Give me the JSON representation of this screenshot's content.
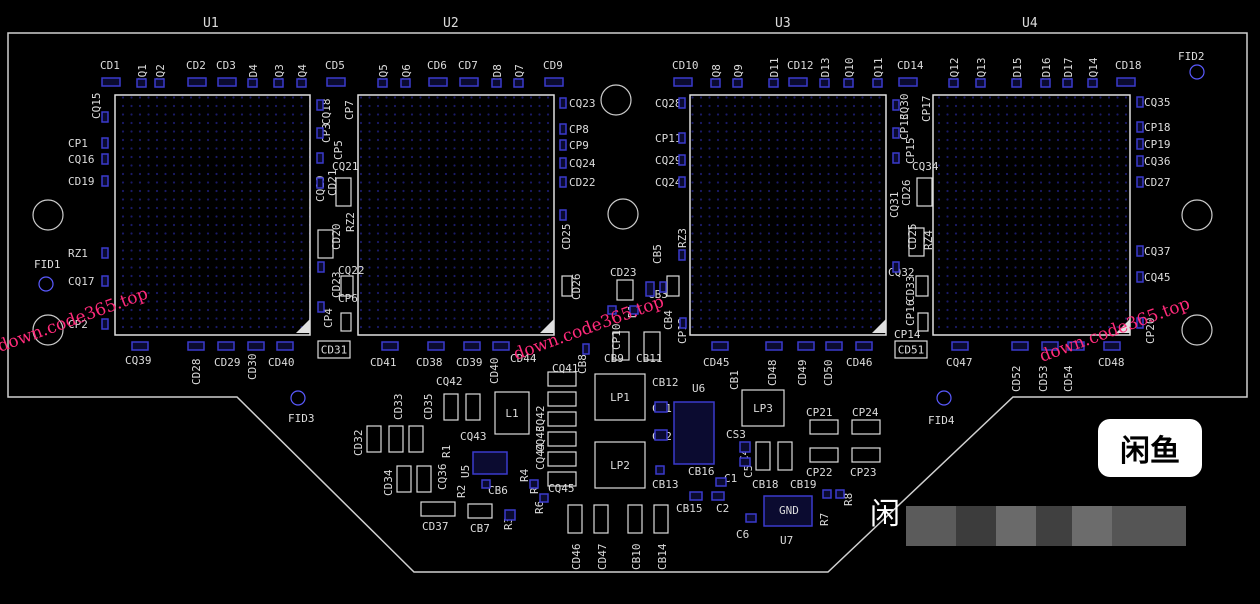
{
  "ics": [
    {
      "id": "U1",
      "label": "U1"
    },
    {
      "id": "U2",
      "label": "U2"
    },
    {
      "id": "U3",
      "label": "U3"
    },
    {
      "id": "U4",
      "label": "U4"
    }
  ],
  "fiducials": [
    "FID1",
    "FID2",
    "FID3",
    "FID4"
  ],
  "top_labels_u1": [
    "CD1",
    "CQ1",
    "CQ2",
    "CD2",
    "CD3",
    "CD4",
    "CQ3",
    "CQ4",
    "CD5"
  ],
  "top_labels_u2": [
    "CQ5",
    "CQ6",
    "CD6",
    "CD7",
    "CD8",
    "CQ7",
    "CD9"
  ],
  "top_labels_u3": [
    "CD10",
    "CQ8",
    "CQ9",
    "CD11",
    "CD12",
    "CD13",
    "CQ10",
    "CQ11",
    "CD14"
  ],
  "top_labels_u4": [
    "CQ12",
    "CQ13",
    "CD15",
    "CD16",
    "CD17",
    "CQ14",
    "CD18"
  ],
  "left_labels_u1": [
    "CQ15",
    "CP1",
    "CQ16",
    "CD19",
    "RZ1",
    "CQ17",
    "CP2"
  ],
  "mid_labels_u1u2": [
    "CQ18",
    "CP3",
    "CP7",
    "CP5",
    "CQ21",
    "CQ19",
    "CD21",
    "CD20",
    "RZ2",
    "CQ22",
    "CD23",
    "CP6",
    "CP4"
  ],
  "right_labels_u2": [
    "CQ23",
    "CP8",
    "CP9",
    "CQ24",
    "CD22",
    "CD25",
    "CD26"
  ],
  "left_labels_u3": [
    "CQ28",
    "CP11",
    "CQ29",
    "CQ24",
    "RZ3",
    "CB5",
    "CB3",
    "CB4",
    "CP12"
  ],
  "mid_labels_u3u4": [
    "CQ30",
    "CP13",
    "CP17",
    "CP15",
    "CQ34",
    "CQ31",
    "CD26",
    "CD25",
    "RZ4",
    "CQ32",
    "CD33",
    "CP16",
    "CP14"
  ],
  "right_labels_u4": [
    "CQ35",
    "CP18",
    "CP19",
    "CQ36",
    "CD27",
    "CQ37",
    "CQ45",
    "CP20"
  ],
  "bottom_labels": [
    "CQ39",
    "CD28",
    "CD29",
    "CD30",
    "CD40",
    "CD31",
    "CD41",
    "CD38",
    "CD39",
    "CD40",
    "CD44",
    "CB9",
    "CB11",
    "CD45",
    "CD48",
    "CD49",
    "CD50",
    "CD46",
    "CD51",
    "CQ47",
    "CD52",
    "CD53",
    "CD54",
    "CD48"
  ],
  "power_labels": [
    "CD32",
    "CD33",
    "CD35",
    "CQ42",
    "L1",
    "CQ43",
    "CD34",
    "R1",
    "U5",
    "CQ36",
    "R2",
    "CB6",
    "R4",
    "R5",
    "R6",
    "R3",
    "CD37",
    "CB7",
    "CQ41",
    "CQ42",
    "CQ43",
    "CQ44",
    "CQ45",
    "CD46",
    "CD47",
    "CB10",
    "CB14",
    "LP1",
    "LP2",
    "CB12",
    "CS1",
    "CS2",
    "CB13",
    "CB16",
    "U6",
    "CB1",
    "LP3",
    "CS3",
    "C4",
    "C5",
    "C1",
    "C2",
    "CB15",
    "C6",
    "CB18",
    "CB19",
    "U7",
    "GND",
    "R7",
    "R8",
    "CP21",
    "CP22",
    "CP24",
    "CP23",
    "CD23",
    "D1",
    "CB8",
    "CP10"
  ],
  "watermark": "down.code365.top",
  "brand_logo": "闲鱼",
  "brand_text": "闲"
}
